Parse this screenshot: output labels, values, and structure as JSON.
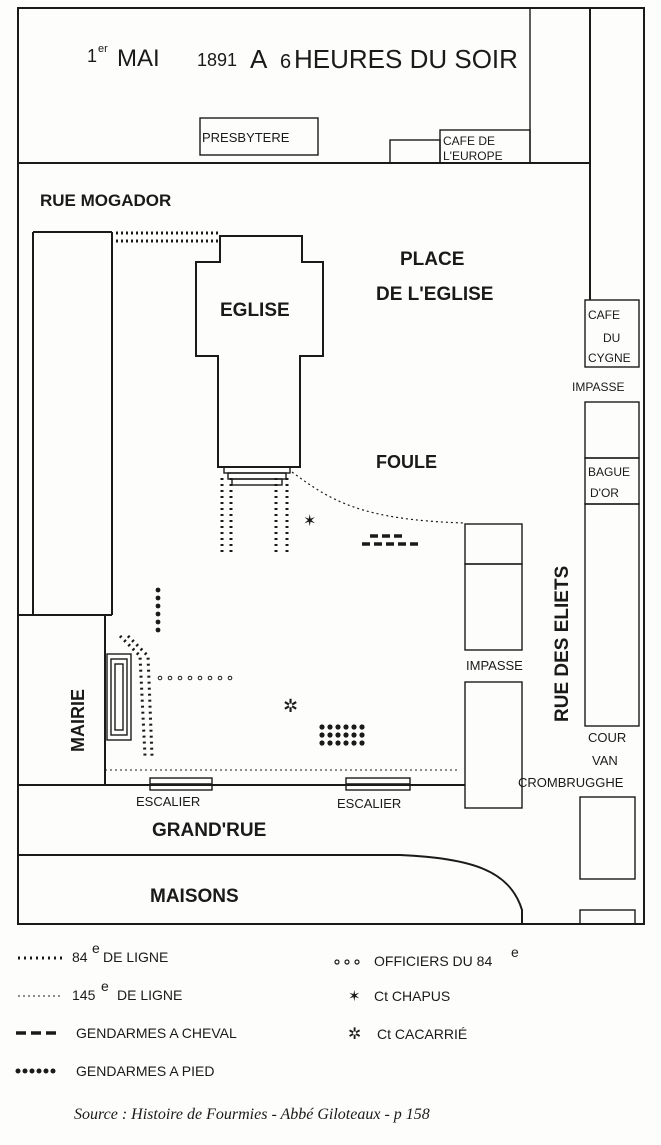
{
  "title": {
    "sup": "er",
    "pre": "1",
    "mai": "MAI",
    "year": "1891",
    "a": "A",
    "six": "6",
    "rest": "HEURES DU SOIR"
  },
  "labels": {
    "presbytere": "PRESBYTERE",
    "cafe_europe_1": "CAFE DE",
    "cafe_europe_2": "L'EUROPE",
    "rue_mogador": "RUE MOGADOR",
    "place_1": "PLACE",
    "place_2": "DE L'EGLISE",
    "eglise": "EGLISE",
    "cafe_cygne_1": "CAFE",
    "cafe_cygne_2": "DU",
    "cafe_cygne_3": "CYGNE",
    "impasse_top": "IMPASSE",
    "foule": "FOULE",
    "bague_1": "BAGUE",
    "bague_2": "D'OR",
    "rue_eliets": "RUE DES ELIETS",
    "impasse_mid": "IMPASSE",
    "mairie": "MAIRIE",
    "cour_1": "COUR",
    "cour_2": "VAN",
    "cour_3": "CROMBRUGGHE",
    "escalier_left": "ESCALIER",
    "escalier_right": "ESCALIER",
    "grand_rue": "GRAND'RUE",
    "maisons": "MAISONS"
  },
  "legend": {
    "ligne84_num": "84",
    "ligne84_sup": "e",
    "ligne84_text": "DE LIGNE",
    "ligne145_num": "145",
    "ligne145_sup": "e",
    "ligne145_text": "DE LIGNE",
    "gendarmes_cheval": "GENDARMES A CHEVAL",
    "gendarmes_pied": "GENDARMES A PIED",
    "officiers": "OFFICIERS DU 84",
    "officiers_sup": "e",
    "chapus": "Ct CHAPUS",
    "cacarrie": "Ct CACARRIÉ"
  },
  "source": "Source : Histoire de Fourmies - Abbé Giloteaux - p 158",
  "colors": {
    "ink": "#1a1a1a",
    "paper": "#fdfdfb"
  }
}
